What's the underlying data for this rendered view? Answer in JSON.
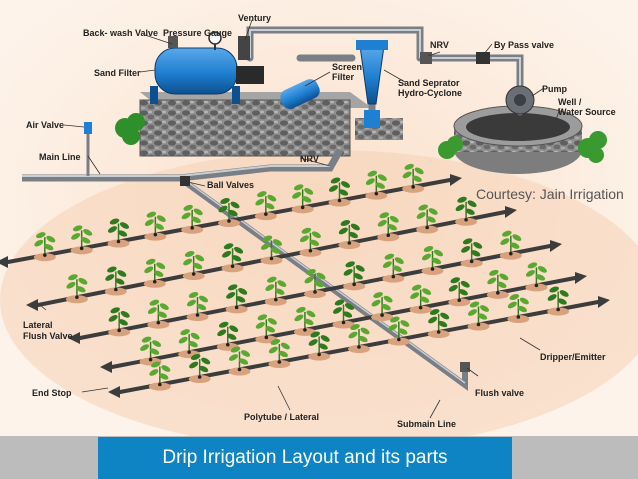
{
  "title": "Drip Irrigation Layout and its parts",
  "credit": "Courtesy: Jain Irrigation",
  "labels": {
    "backwash_valve": "Back- wash Valve",
    "pressure_gauge": "Pressure Gauge",
    "ventury": "Ventury",
    "sand_filter": "Sand Filter",
    "screen_filter_1": "Screen",
    "screen_filter_2": "Filter",
    "nrv_top": "NRV",
    "bypass_valve": "By Pass valve",
    "sand_separator_1": "Sand Seprator",
    "sand_separator_2": "Hydro-Cyclone",
    "pump": "Pump",
    "well_1": "Well /",
    "well_2": "Water Source",
    "air_valve": "Air Valve",
    "main_line": "Main Line",
    "nrv_mid": "NRV",
    "ball_valves": "Ball Valves",
    "lateral_flush_1": "Lateral",
    "lateral_flush_2": "Flush Valve",
    "dripper_emitter": "Dripper/Emitter",
    "end_stop": "End Stop",
    "flush_valve": "Flush valve",
    "polytube_lateral": "Polytube / Lateral",
    "submain_line": "Submain Line"
  },
  "colors": {
    "background": "#fcefe2",
    "caption_box": "#0e84c4",
    "caption_bar": "#bcbcbc",
    "caption_text": "#ffffff",
    "pipe": "#7a7f86",
    "filter_blue": "#1f7fd0",
    "plant_green": "#4e9a2a"
  }
}
